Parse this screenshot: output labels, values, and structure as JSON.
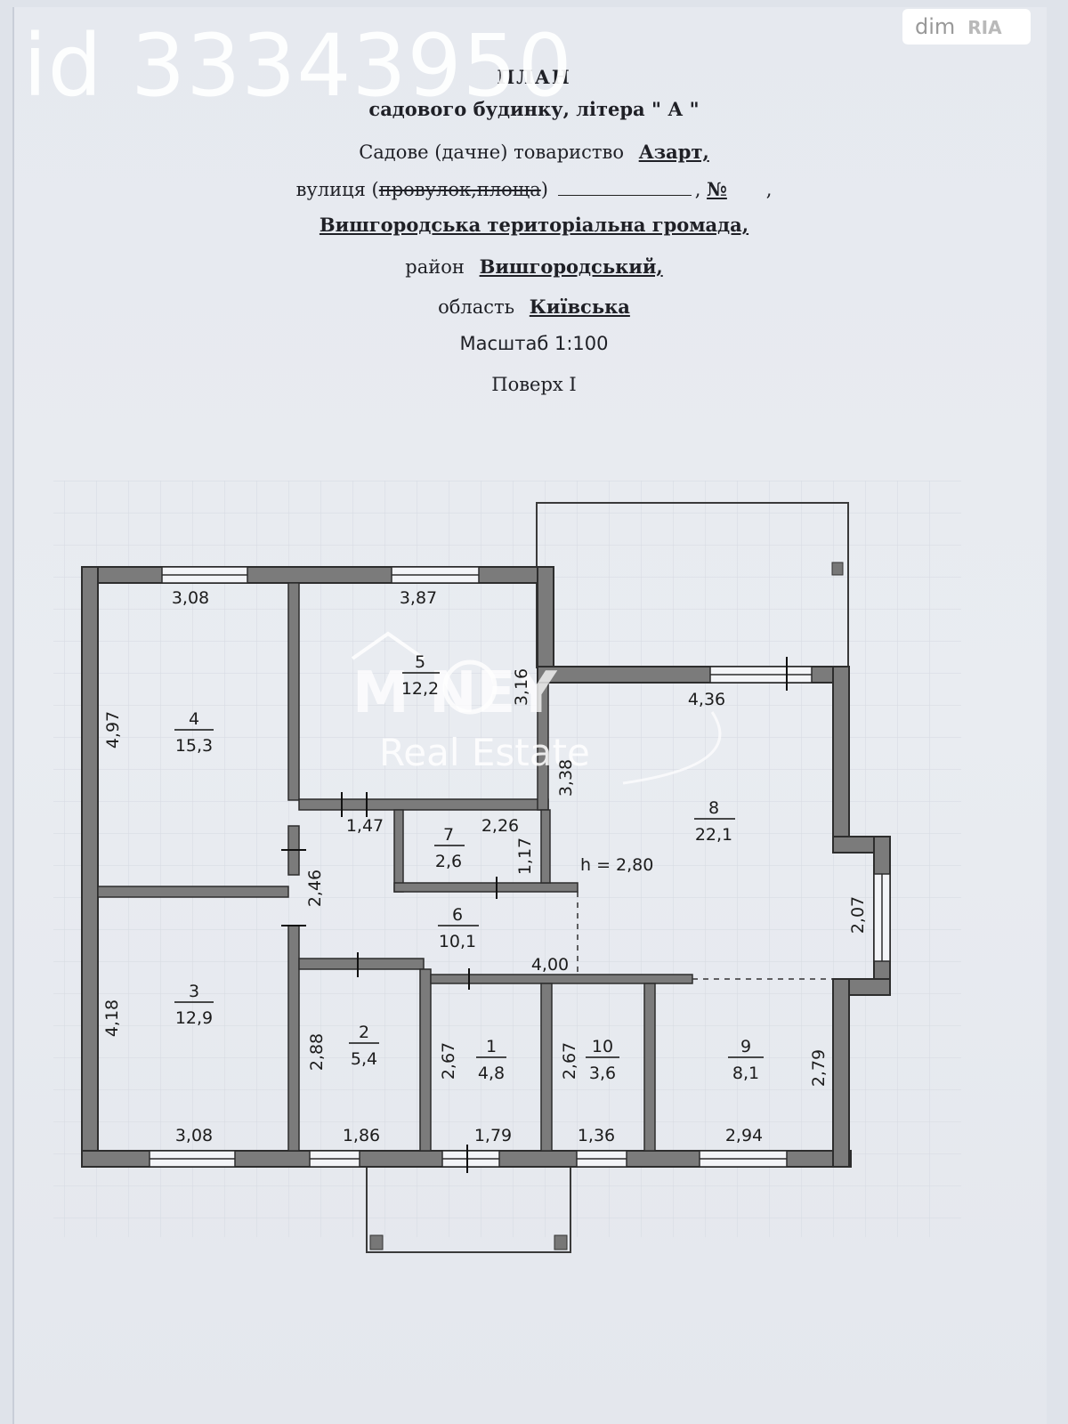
{
  "watermark": {
    "id_text": "id 33343950",
    "site_logo": "dim",
    "site_logo_suffix": "RIA",
    "agency_name": "M NEY",
    "agency_tagline": "Real Estate"
  },
  "header": {
    "title": "ПЛАН",
    "subtitle": "садового будинку, літера \" А \"",
    "society_prefix": "Садове (дачне) товариство",
    "society_name": "Азарт,",
    "street_prefix": "вулиця (",
    "street_struck": "провулок,площа",
    "street_suffix": ")",
    "number_label": "№",
    "community": "Вишгородська територіальна громада,",
    "district_prefix": "район",
    "district_name": "Вишгородський,",
    "region_prefix": "область",
    "region_name": "Київська",
    "scale": "Масштаб 1:100",
    "floor": "Поверх I"
  },
  "rooms": [
    {
      "number": "1",
      "area": "4,8"
    },
    {
      "number": "2",
      "area": "5,4"
    },
    {
      "number": "3",
      "area": "12,9"
    },
    {
      "number": "4",
      "area": "15,3"
    },
    {
      "number": "5",
      "area": "12,2"
    },
    {
      "number": "6",
      "area": "10,1"
    },
    {
      "number": "7",
      "area": "2,6"
    },
    {
      "number": "8",
      "area": "22,1"
    },
    {
      "number": "9",
      "area": "8,1"
    },
    {
      "number": "10",
      "area": "3,6"
    }
  ],
  "ceiling_height": "h = 2,80",
  "dimensions": {
    "r4_top": "3,08",
    "r4_side": "4,97",
    "r5_top": "3,87",
    "r5_side": "3,16",
    "r8_top": "4,36",
    "r8_side": "3,38",
    "r8_right": "2,07",
    "r7_top": "2,26",
    "r7_side": "1,17",
    "corr_top": "1,47",
    "corr_side": "2,46",
    "corr_bottom": "4,00",
    "r3_side": "4,18",
    "r3_bottom": "3,08",
    "r2_side": "2,88",
    "r2_bottom": "1,86",
    "r1_side": "2,67",
    "r1_bottom": "1,79",
    "r10_side": "2,67",
    "r10_bottom": "1,36",
    "r9_side": "2,79",
    "r9_bottom": "2,94"
  }
}
